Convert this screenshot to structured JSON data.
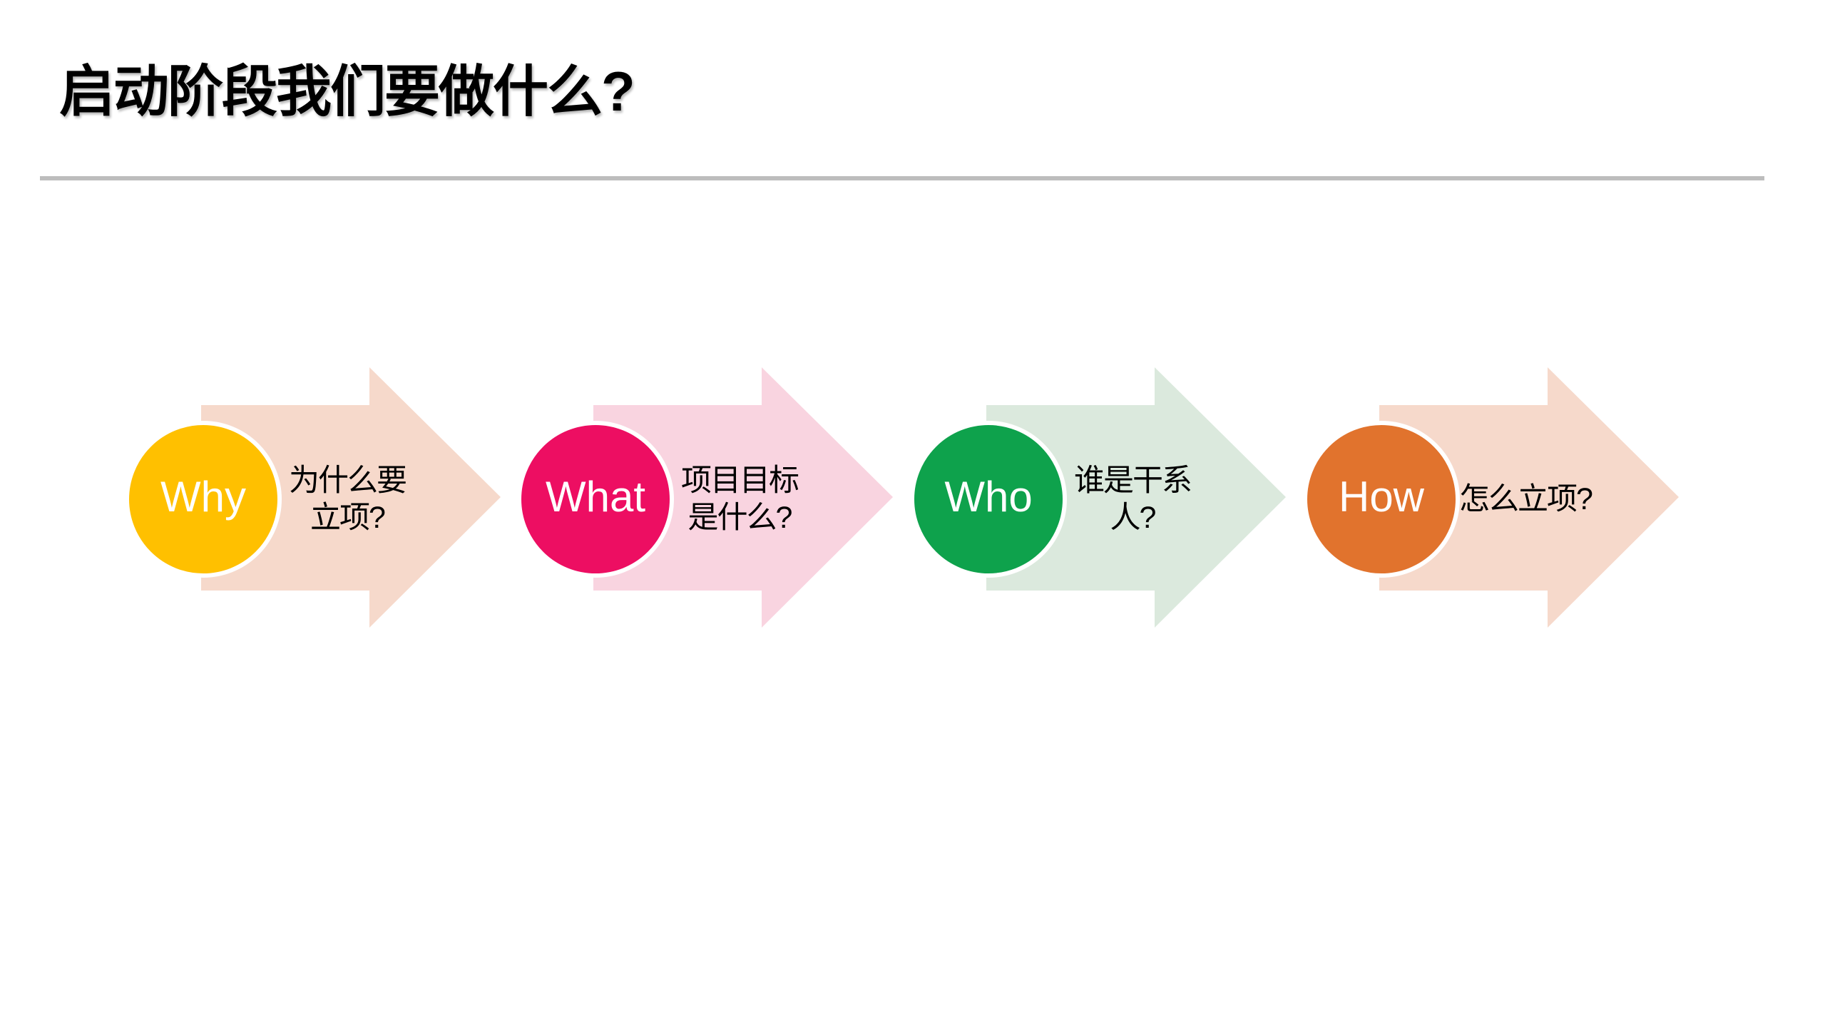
{
  "slide": {
    "title": "启动阶段我们要做什么?",
    "background_color": "#ffffff",
    "divider_color": "#bdbdbd",
    "title_color": "#000000"
  },
  "steps": [
    {
      "label": "Why",
      "question_line1": "为什么要",
      "question_line2": "立项?",
      "circle_color": "#FFC000",
      "arrow_color": "#F6D9CB",
      "label_color": "#ffffff",
      "question_color": "#000000"
    },
    {
      "label": "What",
      "question_line1": "项目目标",
      "question_line2": "是什么?",
      "circle_color": "#ED0E62",
      "arrow_color": "#F9D4E0",
      "label_color": "#ffffff",
      "question_color": "#000000"
    },
    {
      "label": "Who",
      "question_line1": "谁是干系",
      "question_line2": "人?",
      "circle_color": "#0EA24C",
      "arrow_color": "#DBE9DD",
      "label_color": "#ffffff",
      "question_color": "#000000"
    },
    {
      "label": "How",
      "question_line1": "怎么立项?",
      "question_line2": "",
      "circle_color": "#E1732D",
      "arrow_color": "#F6D9CB",
      "label_color": "#ffffff",
      "question_color": "#000000"
    }
  ]
}
